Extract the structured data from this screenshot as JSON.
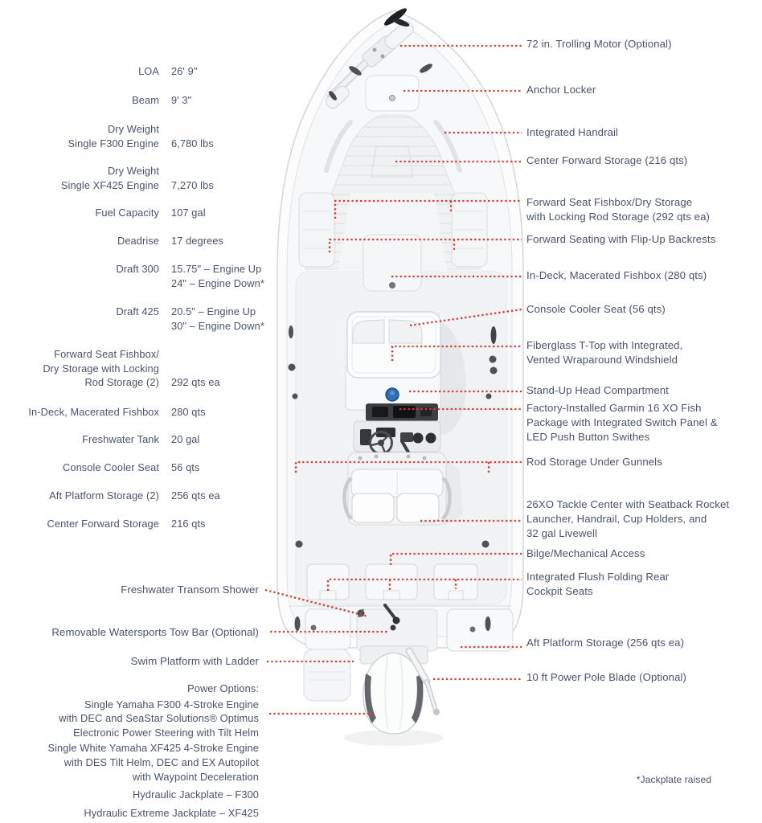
{
  "colors": {
    "text": "#49536F",
    "leader": "#E03A2B",
    "boat_outline": "#D3D6DA",
    "accent_blue": "#2E6FB4"
  },
  "specs": {
    "rows": [
      {
        "label": "LOA",
        "value": "26' 9\""
      },
      {
        "label": "Beam",
        "value": "9' 3\""
      },
      {
        "label": "Dry Weight\nSingle F300 Engine",
        "value": "6,780 lbs"
      },
      {
        "label": "Dry Weight\nSingle XF425 Engine",
        "value": "7,270 lbs"
      },
      {
        "label": "Fuel Capacity",
        "value": "107 gal"
      },
      {
        "label": "Deadrise",
        "value": "17 degrees"
      },
      {
        "label": "Draft 300",
        "value": "15.75\" – Engine Up\n24\" – Engine Down*"
      },
      {
        "label": "Draft 425",
        "value": "20.5\" – Engine Up\n30\" – Engine Down*"
      },
      {
        "label": "Forward Seat Fishbox/\nDry Storage with Locking\nRod Storage (2)",
        "value": "292 qts ea"
      },
      {
        "label": "In-Deck, Macerated Fishbox",
        "value": "280 qts"
      },
      {
        "label": "Freshwater Tank",
        "value": "20 gal"
      },
      {
        "label": "Console Cooler Seat",
        "value": "56 qts"
      },
      {
        "label": "Aft Platform Storage (2)",
        "value": "256 qts ea"
      },
      {
        "label": "Center Forward Storage",
        "value": "216 qts"
      }
    ]
  },
  "right_callouts": [
    {
      "label": "72 in. Trolling Motor (Optional)"
    },
    {
      "label": "Anchor Locker"
    },
    {
      "label": "Integrated Handrail"
    },
    {
      "label": "Center Forward Storage (216 qts)"
    },
    {
      "label": "Forward Seat Fishbox/Dry Storage\nwith Locking Rod Storage (292 qts ea)"
    },
    {
      "label": "Forward Seating with Flip-Up Backrests"
    },
    {
      "label": "In-Deck, Macerated Fishbox (280 qts)"
    },
    {
      "label": "Console Cooler Seat (56 qts)"
    },
    {
      "label": "Fiberglass T-Top with Integrated,\nVented Wraparound Windshield"
    },
    {
      "label": "Stand-Up Head Compartment"
    },
    {
      "label": "Factory-Installed Garmin 16 XO Fish\nPackage with Integrated Switch Panel &\nLED Push Button Swithes"
    },
    {
      "label": "Rod Storage Under Gunnels"
    },
    {
      "label": "26XO Tackle Center with Seatback Rocket\nLauncher, Handrail, Cup Holders, and\n32 gal Livewell"
    },
    {
      "label": "Bilge/Mechanical Access"
    },
    {
      "label": "Integrated Flush Folding Rear\nCockpit Seats"
    },
    {
      "label": "Aft Platform Storage (256 qts ea)"
    },
    {
      "label": "10 ft Power Pole Blade (Optional)"
    }
  ],
  "left_callouts": [
    {
      "label": "Freshwater Transom Shower"
    },
    {
      "label": "Removable Watersports Tow Bar (Optional)"
    },
    {
      "label": "Swim Platform with Ladder"
    }
  ],
  "power_options": {
    "heading": "Power Options:",
    "items": [
      "Single Yamaha F300 4-Stroke Engine\nwith DEC and SeaStar Solutions® Optimus\nElectronic Power Steering with Tilt Helm",
      "Single White Yamaha XF425 4-Stroke Engine\nwith DES Tilt Helm, DEC and EX Autopilot\nwith Waypoint Deceleration",
      "Hydraulic Jackplate – F300",
      "Hydraulic Extreme Jackplate – XF425"
    ]
  },
  "footnote": "*Jackplate raised"
}
